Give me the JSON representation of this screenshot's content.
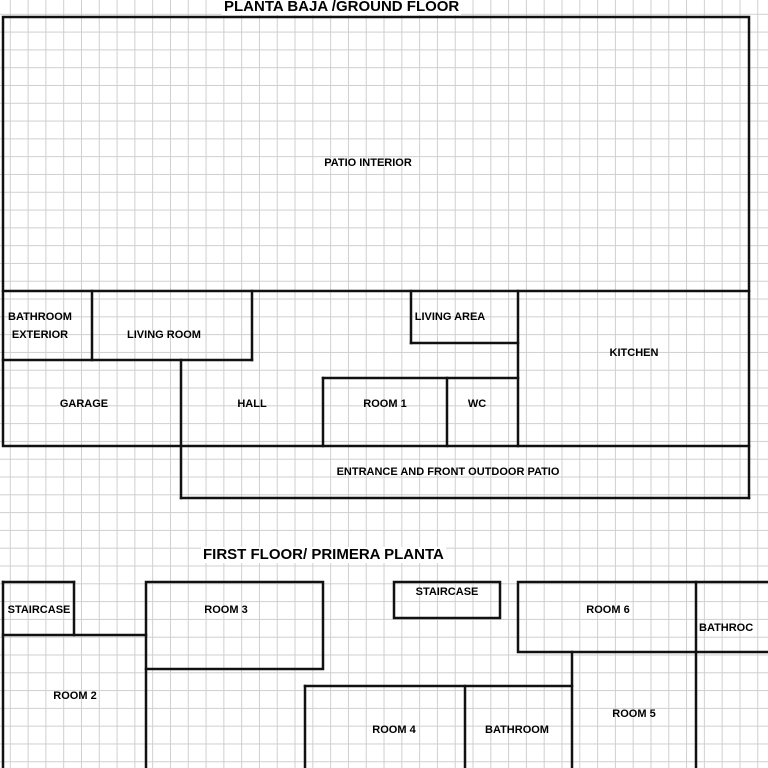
{
  "ground_floor": {
    "title": "PLANTA BAJA /GROUND FLOOR",
    "rooms": {
      "patio_interior": "PATIO INTERIOR",
      "bathroom_exterior": "BATHROOM\nEXTERIOR",
      "living_room": "LIVING ROOM",
      "living_area": "LIVING AREA",
      "kitchen": "KITCHEN",
      "garage": "GARAGE",
      "hall": "HALL",
      "room_1": "ROOM 1",
      "wc": "WC",
      "entrance": "ENTRANCE AND FRONT OUTDOOR PATIO"
    }
  },
  "first_floor": {
    "title": "FIRST FLOOR/ PRIMERA PLANTA",
    "rooms": {
      "staircase_left": "STAIRCASE",
      "room_3": "ROOM 3",
      "staircase_center": "STAIRCASE",
      "room_6": "ROOM 6",
      "bathroom_right": "BATHROC",
      "room_2": "ROOM 2",
      "room_4": "ROOM 4",
      "bathroom": "BATHROOM",
      "room_5": "ROOM 5"
    }
  }
}
